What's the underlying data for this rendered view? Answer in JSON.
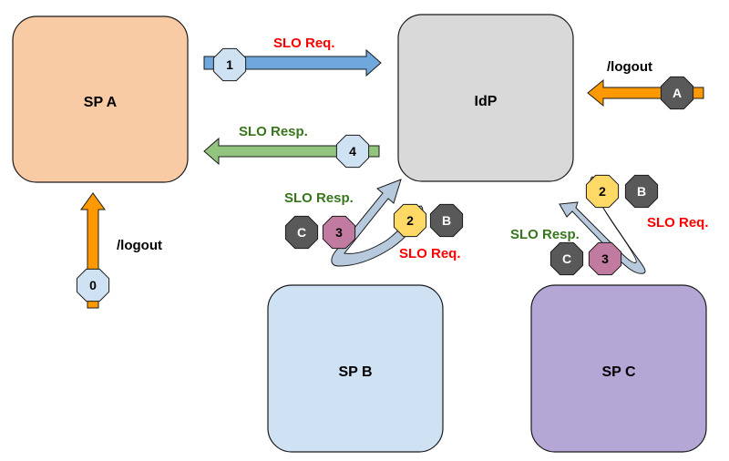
{
  "colors": {
    "sp_a_fill": "#f8cba4",
    "idp_fill": "#d9d9d9",
    "sp_b_fill": "#cfe2f3",
    "sp_c_fill": "#b4a7d6",
    "request_text": "#ff0000",
    "response_text": "#38761d",
    "request_arrow": "#6fa8dc",
    "response_arrow": "#93c47d",
    "logout_arrow": "#ff9900",
    "loop_arrow": "#b7c9dc",
    "badge_blue": "#cfe2f3",
    "badge_yellow": "#ffd966",
    "badge_grey": "#595959",
    "badge_pink": "#c27ba0"
  },
  "boxes": {
    "sp_a": "SP A",
    "idp": "IdP",
    "sp_b": "SP B",
    "sp_c": "SP C"
  },
  "labels": {
    "slo_request_top": "SLO Req.",
    "slo_response_left": "SLO Resp.",
    "logout_idp": "/logout",
    "logout_sp_a": "/logout",
    "sp_b_resp": "SLO Resp.",
    "sp_b_req": "SLO Req.",
    "sp_c_resp": "SLO Resp.",
    "sp_c_req": "SLO Req."
  },
  "badges": {
    "step_1": "1",
    "step_4": "4",
    "step_0": "0",
    "idp_a": "A",
    "sp_b_2": "2",
    "sp_b_B": "B",
    "sp_b_3": "3",
    "sp_b_C": "C",
    "sp_c_2": "2",
    "sp_c_B": "B",
    "sp_c_3": "3",
    "sp_c_C": "C"
  }
}
